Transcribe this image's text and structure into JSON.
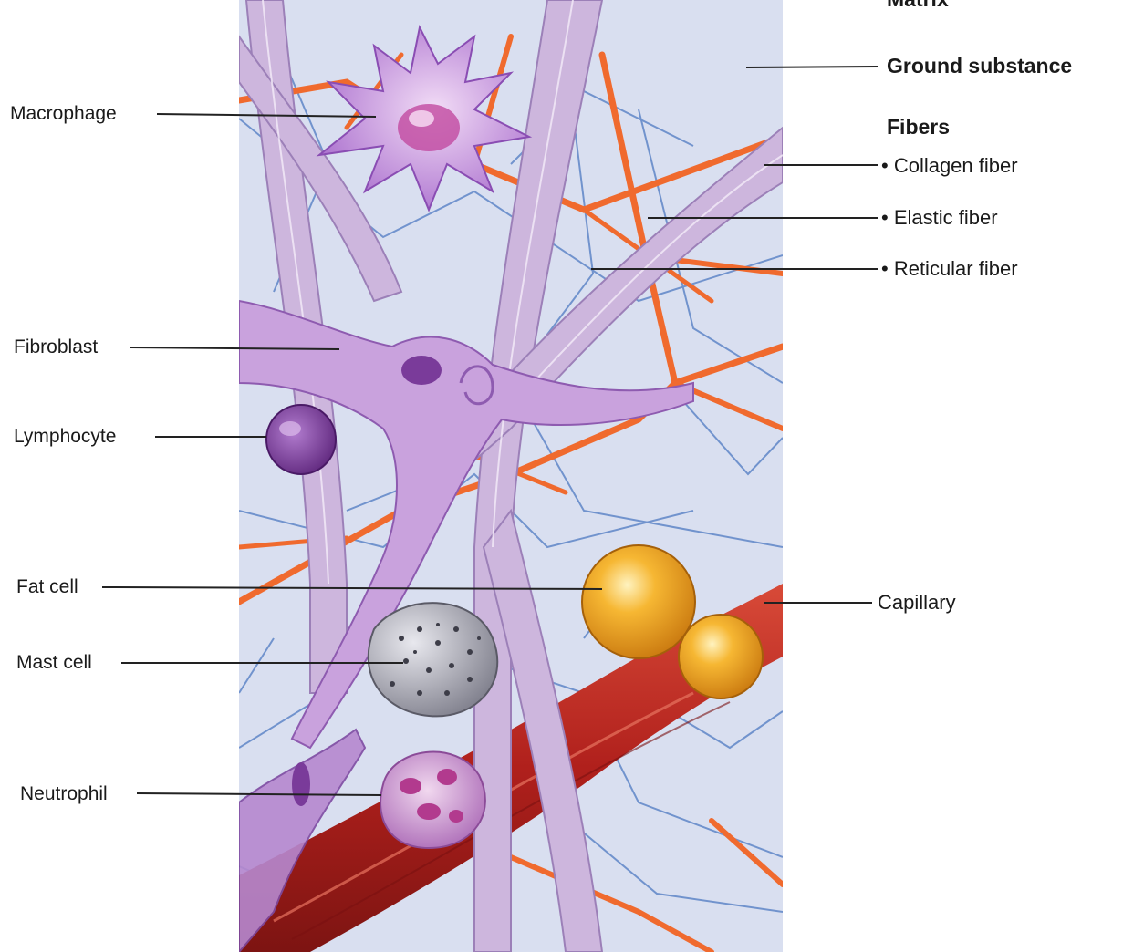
{
  "labels": {
    "matrix": "Matrix",
    "ground_substance": "Ground substance",
    "fibers": "Fibers",
    "collagen_fiber": "• Collagen fiber",
    "elastic_fiber": "• Elastic fiber",
    "reticular_fiber": "• Reticular fiber",
    "capillary": "Capillary",
    "macrophage": "Macrophage",
    "fibroblast": "Fibroblast",
    "lymphocyte": "Lymphocyte",
    "fat_cell": "Fat cell",
    "mast_cell": "Mast cell",
    "neutrophil": "Neutrophil"
  },
  "colors": {
    "background_tissue": "#dfe3f2",
    "collagen": "#cdb6dd",
    "elastic": "#f06a2e",
    "reticular": "#5f86c8",
    "fibroblast": "#b688cf",
    "macrophage": "#b37ad6",
    "lymphocyte": "#7a3b9a",
    "fat_cell": "#f0a020",
    "mast_cell": "#9a9aa6",
    "neutrophil": "#b46bb0",
    "capillary": "#b5231d",
    "leader_line": "#222222"
  }
}
